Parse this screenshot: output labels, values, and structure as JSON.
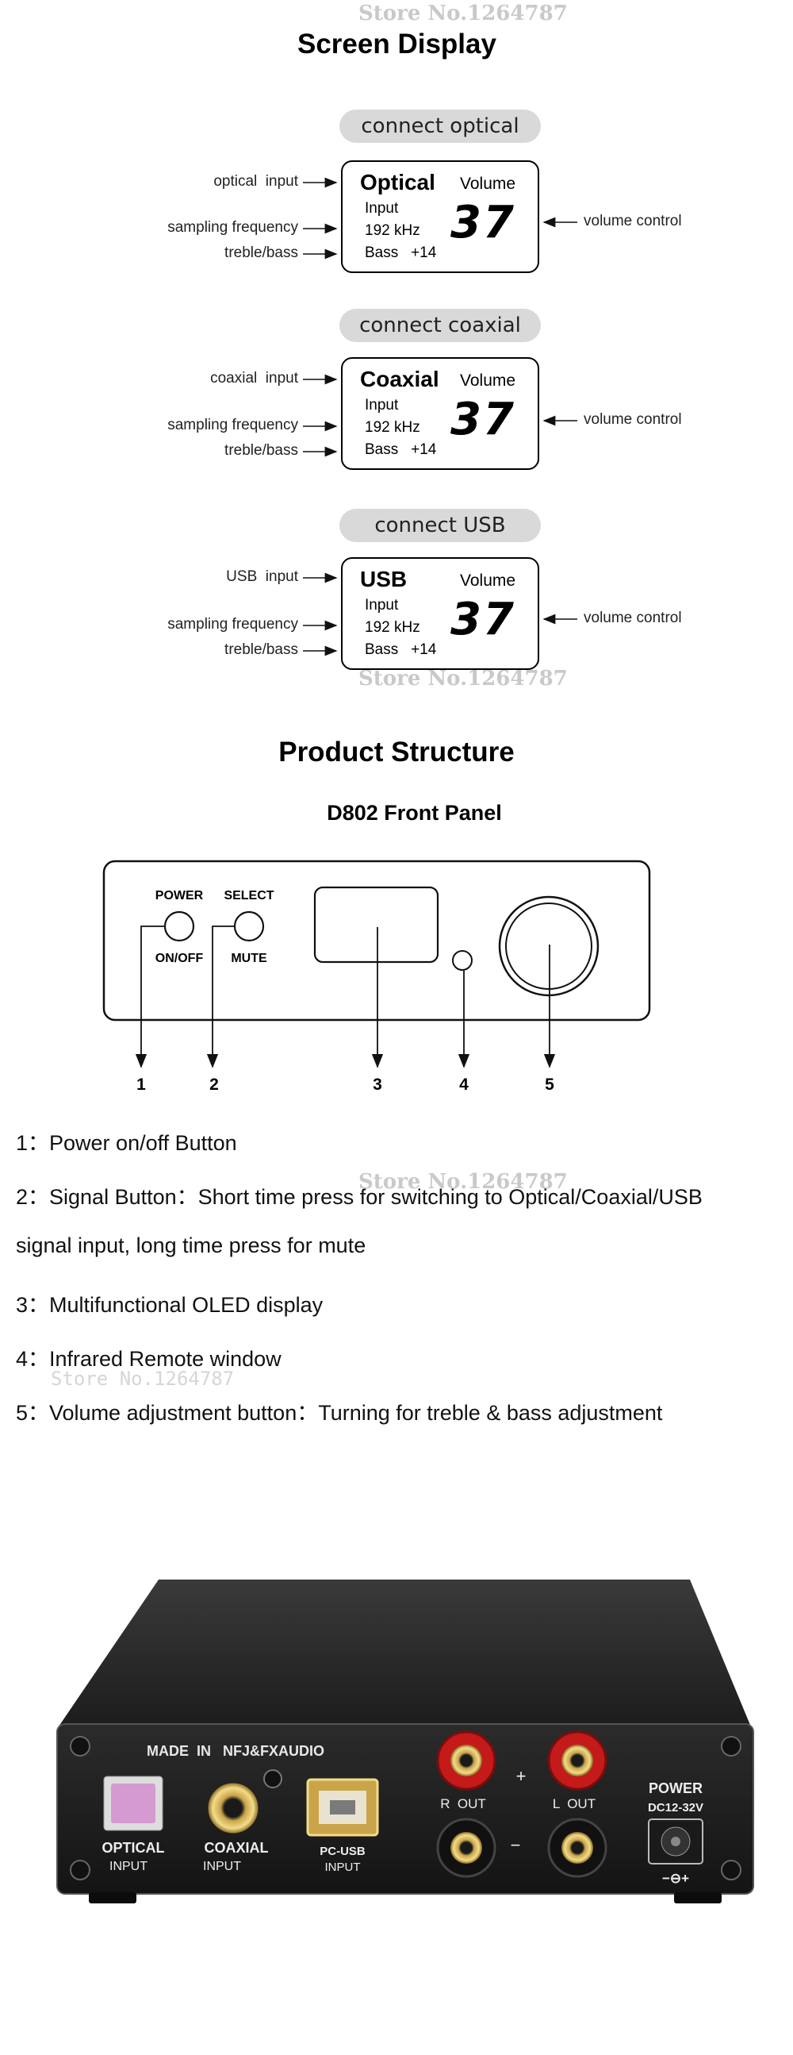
{
  "watermark": "Store No.1264787",
  "screen_display": {
    "title": "Screen Display",
    "panels": [
      {
        "pill": "connect optical",
        "title": "Optical",
        "volume_label": "Volume",
        "line1": "Input",
        "line2": "192 kHz",
        "line3": "Bass   +14",
        "value": "37",
        "left_labels": [
          "optical  input",
          "sampling frequency",
          "treble/bass"
        ],
        "right_label": "volume control"
      },
      {
        "pill": "connect coaxial",
        "title": "Coaxial",
        "volume_label": "Volume",
        "line1": "Input",
        "line2": "192 kHz",
        "line3": "Bass   +14",
        "value": "37",
        "left_labels": [
          "coaxial  input",
          "sampling frequency",
          "treble/bass"
        ],
        "right_label": "volume control"
      },
      {
        "pill": "connect USB",
        "title": "USB",
        "volume_label": "Volume",
        "line1": "Input",
        "line2": "192 kHz",
        "line3": "Bass   +14",
        "value": "37",
        "left_labels": [
          "USB  input",
          "sampling frequency",
          "treble/bass"
        ],
        "right_label": "volume control"
      }
    ]
  },
  "product_structure": {
    "title": "Product Structure",
    "subtitle": "D802 Front Panel",
    "panel_labels": {
      "power": "POWER",
      "onoff": "ON/OFF",
      "select": "SELECT",
      "mute": "MUTE"
    },
    "callouts": [
      "1",
      "2",
      "3",
      "4",
      "5"
    ],
    "descriptions": [
      "1：Power on/off Button",
      "2：Signal Button：Short time press for switching to Optical/Coaxial/USB",
      "signal input, long time press for mute",
      "3：Multifunctional OLED display",
      "4：Infrared Remote window",
      "5：Volume adjustment button：Turning for treble & bass adjustment"
    ]
  },
  "rear_panel": {
    "made_in": "MADE  IN   NFJ&FXAUDIO",
    "optical": "OPTICAL",
    "optical_sub": "INPUT",
    "coaxial": "COAXIAL",
    "coaxial_sub": "INPUT",
    "usb": "PC-USB",
    "usb_sub": "INPUT",
    "r_out": "R  OUT",
    "l_out": "L  OUT",
    "plus": "+",
    "minus": "−",
    "power": "POWER",
    "dc": "DC12-32V",
    "polarity": "−⊖+"
  }
}
